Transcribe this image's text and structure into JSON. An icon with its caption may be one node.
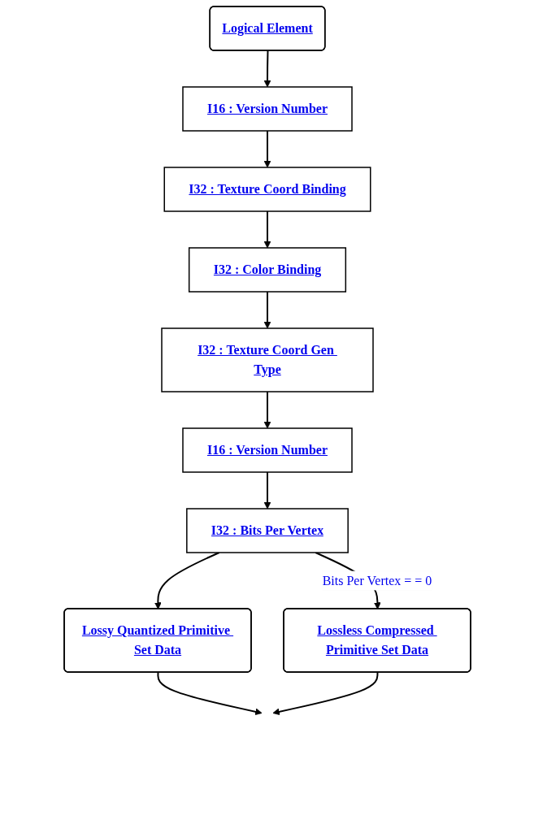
{
  "diagram": {
    "nodes": [
      {
        "text": [
          "Logical Element"
        ]
      },
      {
        "text": [
          "I16 : Version Number"
        ]
      },
      {
        "text": [
          "I32 : Texture Coord Binding"
        ]
      },
      {
        "text": [
          "I32 : Color Binding"
        ]
      },
      {
        "text": [
          "I32 : Texture Coord Gen Type"
        ]
      },
      {
        "text": [
          "I16 : Version Number"
        ]
      },
      {
        "text": [
          "I32 : Bits Per Vertex"
        ]
      },
      {
        "text": [
          "Lossy Quantized Primitive Set Data"
        ]
      },
      {
        "text": [
          "Lossless Compressed Primitive Set Data"
        ]
      }
    ],
    "edges": [
      {
        "from": 0,
        "to": 1,
        "arrow": "to"
      },
      {
        "from": 1,
        "to": 2,
        "arrow": "to"
      },
      {
        "from": 2,
        "to": 3,
        "arrow": "to"
      },
      {
        "from": 3,
        "to": 4,
        "arrow": "to"
      },
      {
        "from": 4,
        "to": 5,
        "arrow": "to"
      },
      {
        "from": 5,
        "to": 6,
        "arrow": "to"
      },
      {
        "from": 6,
        "to": 7,
        "arrow": "to"
      },
      {
        "from": 6,
        "to": 8,
        "label": "Bits Per Vertex = = 0",
        "arrow": "to"
      },
      {
        "from": 7,
        "to": null,
        "arrow": "to"
      },
      {
        "from": 8,
        "to": null,
        "arrow": "to"
      }
    ]
  }
}
